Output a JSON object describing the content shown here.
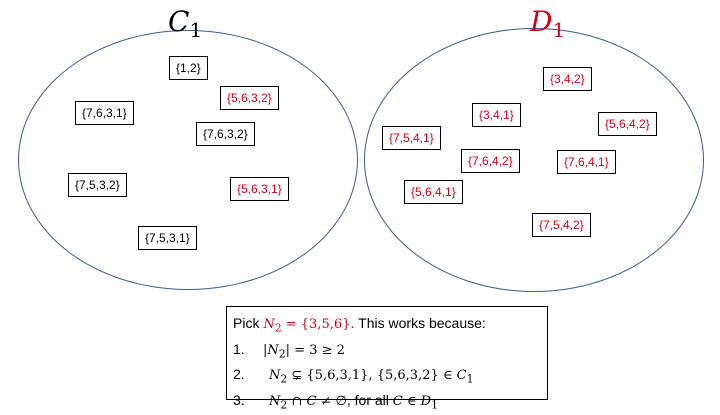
{
  "diagram": {
    "set_c": {
      "title_letter": "C",
      "title_subscript": "1",
      "items": [
        "{1,2}",
        "{5,6,3,2}",
        "{7,6,3,1}",
        "{7,6,3,2}",
        "{7,5,3,2}",
        "{5,6,3,1}",
        "{7,5,3,1}"
      ]
    },
    "set_d": {
      "title_letter": "D",
      "title_subscript": "1",
      "items": [
        "{3,4,2}",
        "{3,4,1}",
        "{5,6,4,2}",
        "{7,5,4,1}",
        "{7,6,4,2}",
        "{7,6,4,1}",
        "{5,6,4,1}",
        "{7,5,4,2}"
      ]
    },
    "colors": {
      "red": "#d0021b",
      "black": "#000000",
      "ellipse": "#3f5a8a"
    }
  },
  "note": {
    "pick_prefix": "Pick ",
    "pick_expr_var": "N",
    "pick_expr_sub": "2",
    "pick_expr_value": " = {3,5,6}.",
    "pick_suffix": " This works because:",
    "line1_num": "1.",
    "line1_expr_open": "|",
    "line1_var": "N",
    "line1_sub": "2",
    "line1_expr_rest": "| = 3 ≥ 2",
    "line2_num": "2.",
    "line2_var": "N",
    "line2_sub": "2",
    "line2_rel": " ⊊ {5,6,3,1}, {5,6,3,2} ∈ ",
    "line2_set": "C",
    "line2_set_sub": "1",
    "line3_num": "3.",
    "line3_var": "N",
    "line3_sub": "2",
    "line3_cap": " ∩ ",
    "line3_c": "C",
    "line3_neq": " ≠ ∅",
    "line3_text": ", for all ",
    "line3_c2": "C",
    "line3_in": " ∈ ",
    "line3_set": "D",
    "line3_set_sub": "1"
  }
}
